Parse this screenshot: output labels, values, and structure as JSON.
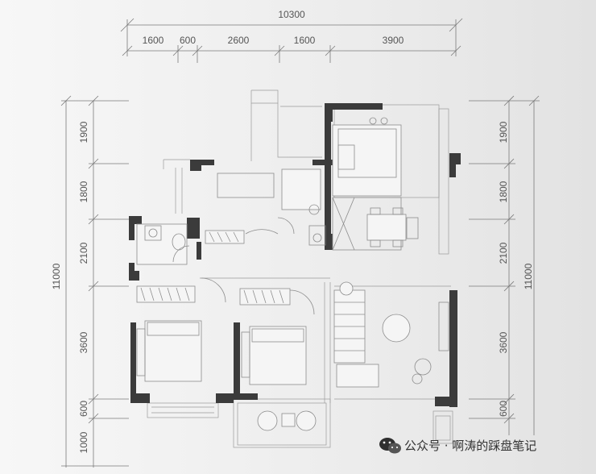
{
  "top_dimensions": {
    "overall": "10300",
    "segments": [
      "1600",
      "600",
      "2600",
      "1600",
      "3900"
    ]
  },
  "left_dimensions": {
    "overall": "11000",
    "segments": [
      "1900",
      "1800",
      "2100",
      "3600",
      "600",
      "1000"
    ]
  },
  "right_dimensions": {
    "overall": "11000",
    "segments": [
      "1900",
      "1800",
      "2100",
      "3600",
      "600"
    ]
  },
  "watermark": {
    "icon": "wechat-icon",
    "text": "公众号 · 啊涛的踩盘笔记"
  }
}
